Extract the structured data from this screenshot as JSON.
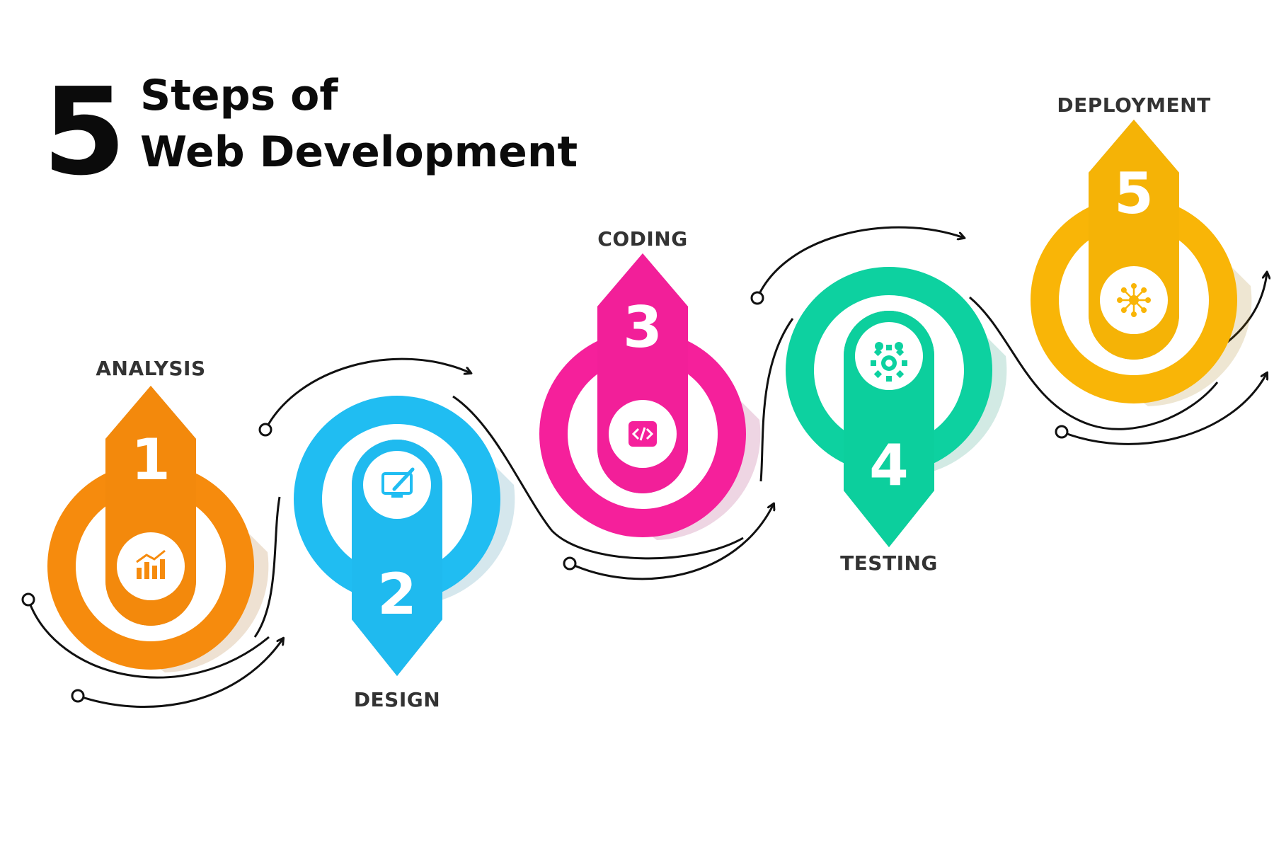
{
  "title": {
    "number": "5",
    "line1": "Steps of",
    "line2": "Web Development"
  },
  "steps": [
    {
      "number": "1",
      "label": "ANALYSIS",
      "color": "#F68B0D",
      "icon": "bar-chart-icon"
    },
    {
      "number": "2",
      "label": "DESIGN",
      "color": "#20BDF2",
      "icon": "monitor-brush-icon"
    },
    {
      "number": "3",
      "label": "CODING",
      "color": "#F5209B",
      "icon": "code-icon"
    },
    {
      "number": "4",
      "label": "TESTING",
      "color": "#0DD1A0",
      "icon": "gear-check-icon"
    },
    {
      "number": "5",
      "label": "DEPLOYMENT",
      "color": "#F9B507",
      "icon": "network-icon"
    }
  ]
}
